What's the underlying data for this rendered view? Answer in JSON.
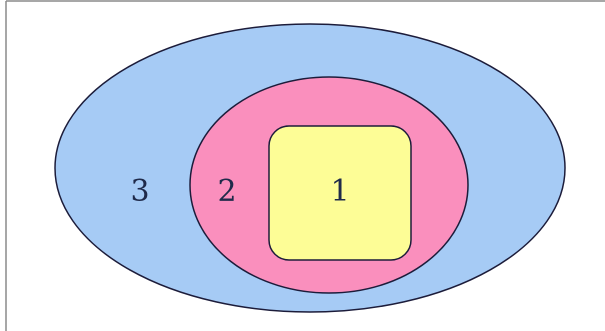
{
  "diagram": {
    "regions": [
      {
        "id": "outer",
        "label": "3",
        "fill": "#a6cbf5",
        "stroke": "#1c1c3a"
      },
      {
        "id": "middle",
        "label": "2",
        "fill": "#fa8fbd",
        "stroke": "#1c1c3a"
      },
      {
        "id": "inner",
        "label": "1",
        "fill": "#fdfd96",
        "stroke": "#1c1c3a"
      }
    ],
    "label_color": "#1f2a4a",
    "frame_color": "#8a8a8a"
  }
}
